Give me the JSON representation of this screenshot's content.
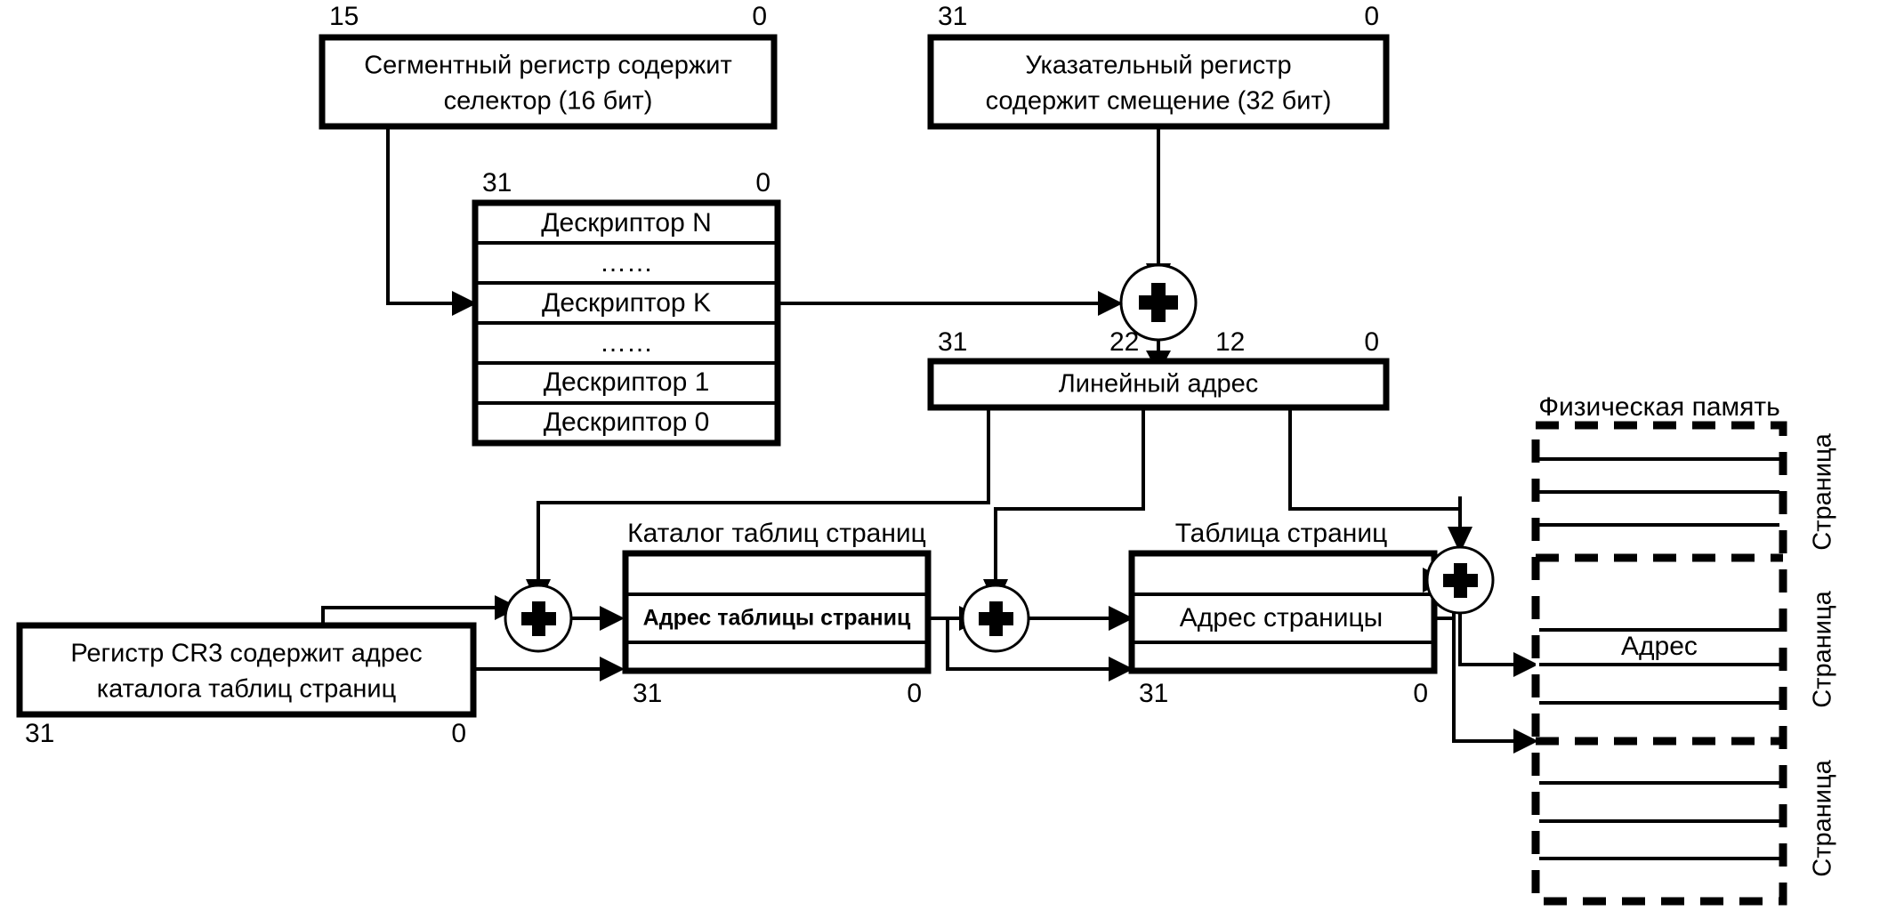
{
  "diagram": {
    "title_physical_memory": "Физическая память",
    "segment_register": {
      "text_line1": "Сегментный регистр содержит",
      "text_line2": "селектор (16 бит)",
      "bit_high": "15",
      "bit_low": "0"
    },
    "pointer_register": {
      "text_line1": "Указательный регистр",
      "text_line2": "содержит смещение (32 бит)",
      "bit_high": "31",
      "bit_low": "0"
    },
    "descriptor_table": {
      "bit_high": "31",
      "bit_low": "0",
      "rows": [
        "Дескриптор N",
        "……",
        "Дескриптор K",
        "……",
        "Дескриптор 1",
        "Дескриптор 0"
      ]
    },
    "linear_address": {
      "label": "Линейный адрес",
      "bits": [
        "31",
        "22",
        "12",
        "0"
      ]
    },
    "cr3_register": {
      "text_line1": "Регистр CR3 содержит адрес",
      "text_line2": "каталога таблиц страниц",
      "bit_high": "31",
      "bit_low": "0"
    },
    "page_directory": {
      "caption": "Каталог таблиц страниц",
      "entry_label": "Адрес таблицы страниц",
      "bit_high": "31",
      "bit_low": "0"
    },
    "page_table": {
      "caption": "Таблица страниц",
      "entry_label": "Адрес страницы",
      "bit_high": "31",
      "bit_low": "0"
    },
    "physical_memory": {
      "address_label": "Адрес",
      "page_labels": [
        "Страница",
        "Страница",
        "Страница"
      ]
    },
    "adders": [
      {
        "name": "adder-segment-offset",
        "symbol": "+"
      },
      {
        "name": "adder-cr3-directory",
        "symbol": "+"
      },
      {
        "name": "adder-directory-table",
        "symbol": "+"
      },
      {
        "name": "adder-table-page",
        "symbol": "+"
      }
    ],
    "colors": {
      "stroke": "#000000",
      "fill": "#ffffff"
    }
  }
}
